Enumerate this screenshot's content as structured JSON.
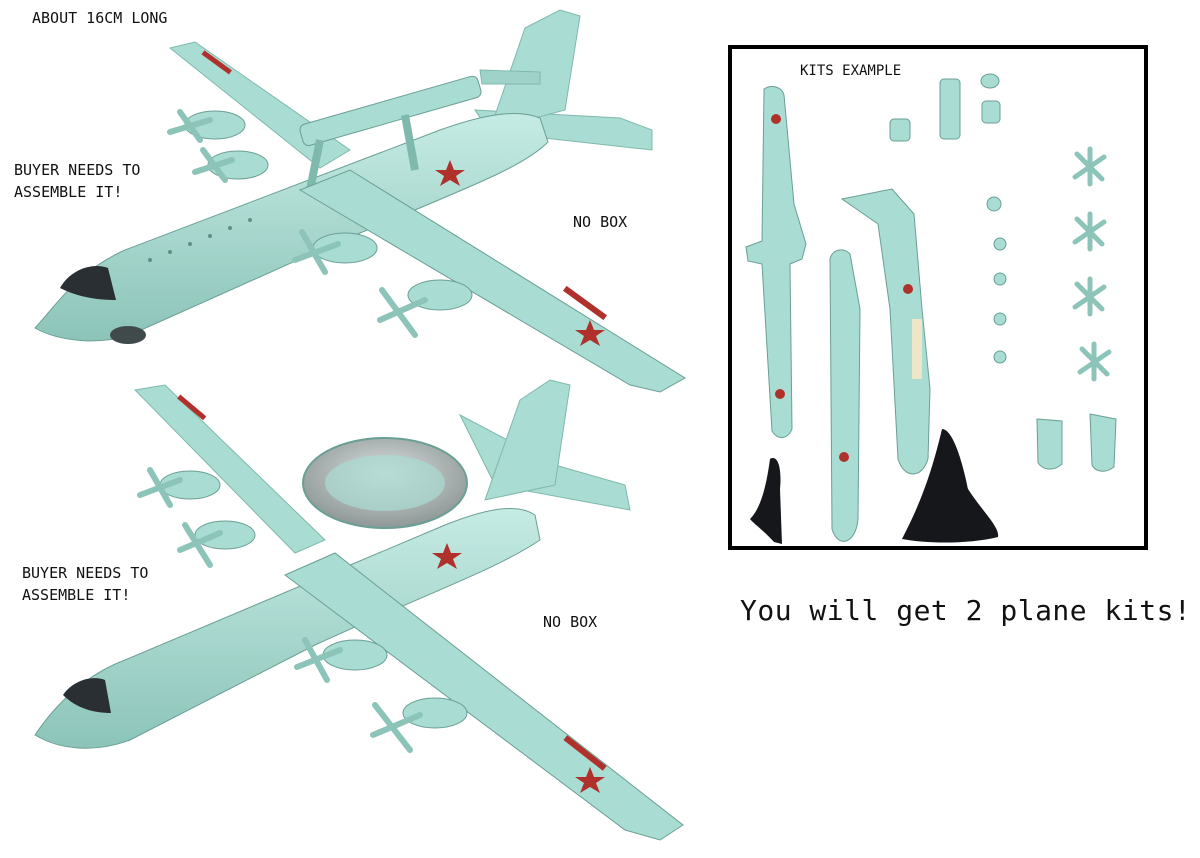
{
  "labels": {
    "length": "ABOUT 16CM LONG",
    "assemble_top": "BUYER NEEDS TO\nASSEMBLE IT!",
    "no_box_top": "NO BOX",
    "assemble_bottom": "BUYER NEEDS TO\nASSEMBLE IT!",
    "no_box_bottom": "NO BOX",
    "kits_example": "KITS EXAMPLE",
    "promo": "You will get 2 plane kits!"
  },
  "colors": {
    "plane_body": "#a9dcd3",
    "plane_shadow": "#7fb9ae",
    "panel_lines": "#5f8f86",
    "roundel_red": "#b0312b",
    "radome_grey": "#9aa5a4",
    "stand_black": "#15171a"
  }
}
